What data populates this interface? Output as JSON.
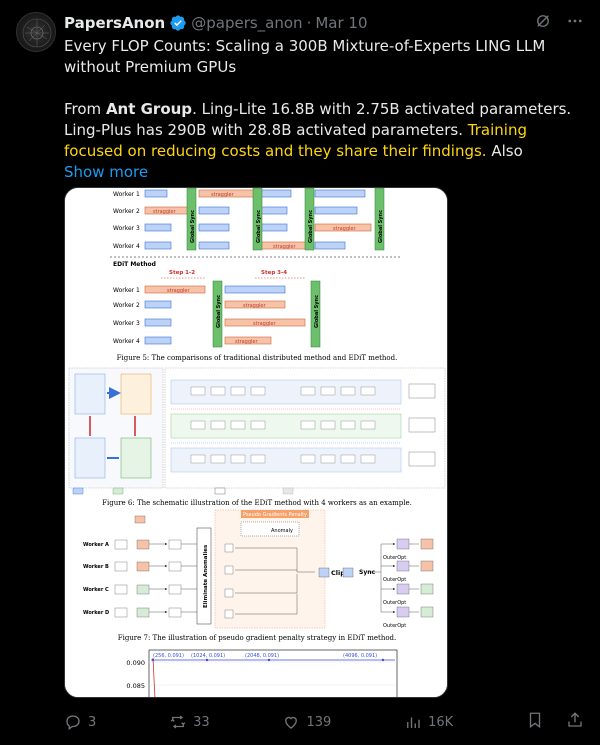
{
  "author": {
    "name": "PapersAnon",
    "handle": "@papers_anon",
    "separator": "·",
    "date": "Mar 10"
  },
  "tweet": {
    "title_line": "Every FLOP Counts: Scaling a 300B Mixture-of-Experts LING LLM without Premium GPUs",
    "p2_prefix": "From ",
    "p2_bold": "Ant Group",
    "p2_main": ". Ling-Lite 16.8B with 2.75B activated parameters. Ling-Plus has 290B with 28.8B activated parameters. ",
    "p2_highlight": "Training focused on reducing costs and they share their findings.",
    "p2_suffix": " Also",
    "show_more": "Show more"
  },
  "figure": {
    "workers": [
      "Worker 1",
      "Worker 2",
      "Worker 3",
      "Worker 4"
    ],
    "straggler": "straggler",
    "global_sync": "Global Sync",
    "edit_method": "EDiT Method",
    "step12": "Step 1-2",
    "step34": "Step 3-4",
    "fig5": "Figure 5: The comparisons of traditional distributed method and EDiT method.",
    "fig6": "Figure 6: The schematic illustration of the EDiT method with 4 workers as an example.",
    "fig7": "Figure 7: The illustration of pseudo gradient penalty strategy in EDiT method.",
    "pseudo": "Pseudo Gradients Penalty",
    "eliminate": "Eliminate Anomalies",
    "anomaly": "Anomaly",
    "clip": "Clip",
    "sync": "Sync",
    "outer": "OuterOpt",
    "workersABCD": [
      "Worker A",
      "Worker B",
      "Worker C",
      "Worker D"
    ],
    "chart_y": [
      "0.090",
      "0.085"
    ],
    "chart_pts": [
      "(256, 0.091)",
      "(1024, 0.091)",
      "(2048, 0.091)",
      "(4096, 0.091)"
    ]
  },
  "actions": {
    "replies": "3",
    "retweets": "33",
    "likes": "139",
    "views": "16K"
  },
  "colors": {
    "accent": "#1d9bf0",
    "highlight": "#ffd60a",
    "muted": "#71767b"
  }
}
